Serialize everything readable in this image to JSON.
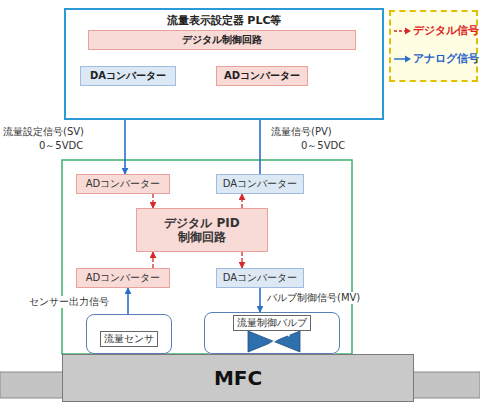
{
  "diagram": {
    "nodes": [
      {
        "text": [
          "流量表示設定器 PLC等"
        ]
      },
      {
        "text": [
          "デジタル制御回路"
        ],
        "in": 0
      },
      {
        "text": [
          "DAコンバーター"
        ],
        "in": 0
      },
      {
        "text": [
          "ADコンバーター"
        ],
        "in": 0
      },
      {
        "text": [
          "ADコンバーター"
        ]
      },
      {
        "text": [
          "DAコンバーター"
        ]
      },
      {
        "text": [
          "デジタル PID制御回路"
        ]
      },
      {
        "text": [
          "ADコンバーター"
        ]
      },
      {
        "text": [
          "DAコンバーター"
        ]
      },
      {
        "text": [
          "流量センサ"
        ]
      },
      {
        "text": [
          "流量制御バルブ"
        ]
      },
      {
        "text": [
          "MFC"
        ]
      }
    ],
    "edges": [
      {
        "from": 1,
        "to": 2,
        "arrow": "to"
      },
      {
        "from": 3,
        "to": 1,
        "arrow": "to"
      },
      {
        "from": 2,
        "to": 4,
        "arrow": "to"
      },
      {
        "from": 5,
        "to": 3,
        "arrow": "to"
      },
      {
        "from": 4,
        "to": 6,
        "arrow": "to"
      },
      {
        "from": 6,
        "to": 5,
        "arrow": "to"
      },
      {
        "from": 7,
        "to": 6,
        "arrow": "to"
      },
      {
        "from": 6,
        "to": 8,
        "arrow": "to"
      },
      {
        "from": 9,
        "to": 7,
        "arrow": "to"
      },
      {
        "from": 8,
        "to": 10,
        "arrow": "to"
      }
    ],
    "labels": [
      "流量設定信号(SV)",
      "0～5VDC",
      "流量信号(PV)",
      "0～5VDC",
      "センサー出力信号",
      "バルブ制御信号(MV)"
    ],
    "legend": [
      {
        "text": "デジタル信号"
      },
      {
        "text": "アナログ信号"
      }
    ]
  }
}
